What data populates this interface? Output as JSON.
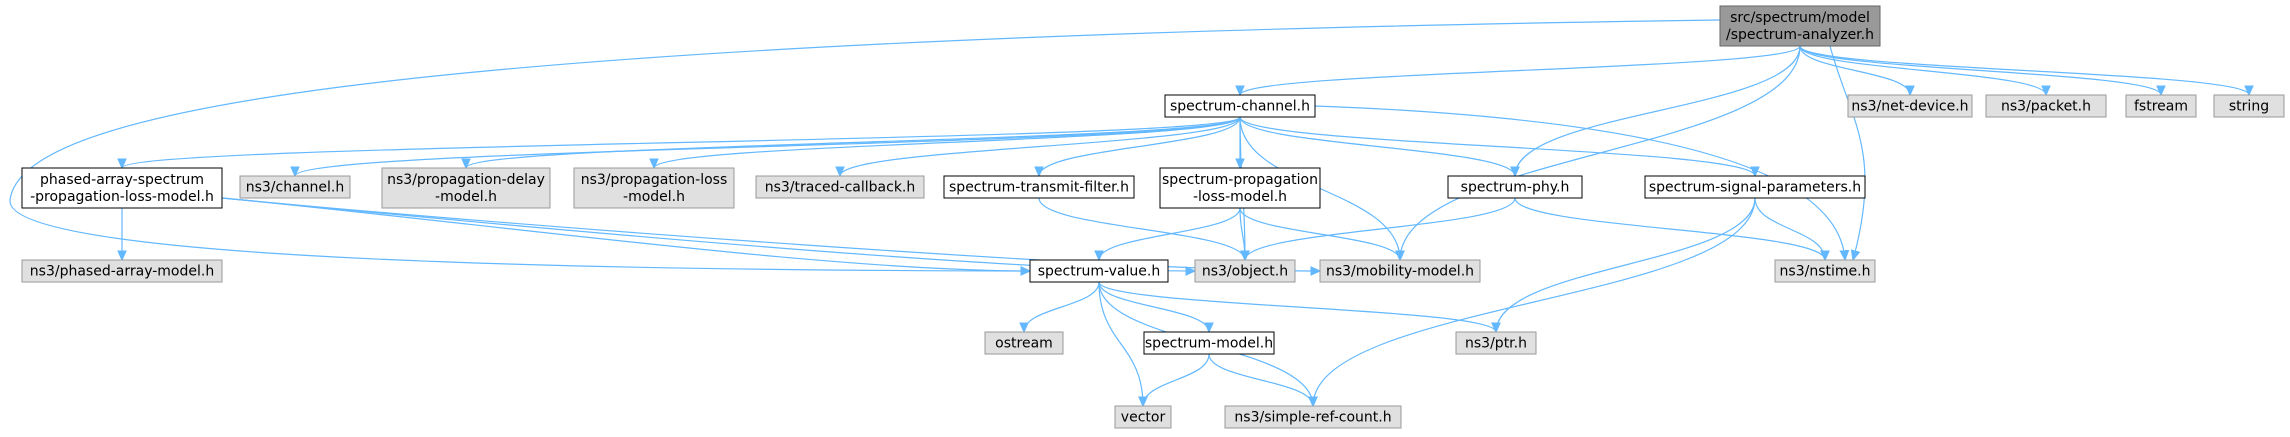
{
  "nodes": [
    {
      "id": "n1",
      "kind": "root",
      "lines": [
        "src/spectrum/model",
        "/spectrum-analyzer.h"
      ]
    },
    {
      "id": "n2",
      "kind": "local",
      "lines": [
        "spectrum-channel.h"
      ]
    },
    {
      "id": "n3",
      "kind": "ext",
      "lines": [
        "ns3/net-device.h"
      ]
    },
    {
      "id": "n4",
      "kind": "ext",
      "lines": [
        "ns3/packet.h"
      ]
    },
    {
      "id": "n5",
      "kind": "ext",
      "lines": [
        "fstream"
      ]
    },
    {
      "id": "n6",
      "kind": "ext",
      "lines": [
        "string"
      ]
    },
    {
      "id": "n7",
      "kind": "local",
      "lines": [
        "phased-array-spectrum",
        "-propagation-loss-model.h"
      ]
    },
    {
      "id": "n8",
      "kind": "ext",
      "lines": [
        "ns3/channel.h"
      ]
    },
    {
      "id": "n9",
      "kind": "ext",
      "lines": [
        "ns3/propagation-delay",
        "-model.h"
      ]
    },
    {
      "id": "n10",
      "kind": "ext",
      "lines": [
        "ns3/propagation-loss",
        "-model.h"
      ]
    },
    {
      "id": "n11",
      "kind": "ext",
      "lines": [
        "ns3/traced-callback.h"
      ]
    },
    {
      "id": "n12",
      "kind": "local",
      "lines": [
        "spectrum-transmit-filter.h"
      ]
    },
    {
      "id": "n13",
      "kind": "local",
      "lines": [
        "spectrum-propagation",
        "-loss-model.h"
      ]
    },
    {
      "id": "n14",
      "kind": "local",
      "lines": [
        "spectrum-phy.h"
      ]
    },
    {
      "id": "n15",
      "kind": "local",
      "lines": [
        "spectrum-signal-parameters.h"
      ]
    },
    {
      "id": "n16",
      "kind": "ext",
      "lines": [
        "ns3/phased-array-model.h"
      ]
    },
    {
      "id": "n17",
      "kind": "local",
      "lines": [
        "spectrum-value.h"
      ]
    },
    {
      "id": "n18",
      "kind": "ext",
      "lines": [
        "ns3/object.h"
      ]
    },
    {
      "id": "n19",
      "kind": "ext",
      "lines": [
        "ns3/mobility-model.h"
      ]
    },
    {
      "id": "n20",
      "kind": "ext",
      "lines": [
        "ns3/nstime.h"
      ]
    },
    {
      "id": "n21",
      "kind": "ext",
      "lines": [
        "ostream"
      ]
    },
    {
      "id": "n22",
      "kind": "local",
      "lines": [
        "spectrum-model.h"
      ]
    },
    {
      "id": "n23",
      "kind": "ext",
      "lines": [
        "ns3/ptr.h"
      ]
    },
    {
      "id": "n24",
      "kind": "ext",
      "lines": [
        "vector"
      ]
    },
    {
      "id": "n25",
      "kind": "ext",
      "lines": [
        "ns3/simple-ref-count.h"
      ]
    }
  ],
  "edges": [
    [
      "n1",
      "n2"
    ],
    [
      "n1",
      "n3"
    ],
    [
      "n1",
      "n4"
    ],
    [
      "n1",
      "n5"
    ],
    [
      "n1",
      "n6"
    ],
    [
      "n1",
      "n14"
    ],
    [
      "n1",
      "n19"
    ],
    [
      "n1",
      "n20"
    ],
    [
      "n1",
      "n17"
    ],
    [
      "n2",
      "n7"
    ],
    [
      "n2",
      "n8"
    ],
    [
      "n2",
      "n9"
    ],
    [
      "n2",
      "n10"
    ],
    [
      "n2",
      "n11"
    ],
    [
      "n2",
      "n12"
    ],
    [
      "n2",
      "n13"
    ],
    [
      "n2",
      "n14"
    ],
    [
      "n2",
      "n15"
    ],
    [
      "n2",
      "n18"
    ],
    [
      "n2",
      "n19"
    ],
    [
      "n2",
      "n20"
    ],
    [
      "n7",
      "n16"
    ],
    [
      "n7",
      "n17"
    ],
    [
      "n7",
      "n18"
    ],
    [
      "n7",
      "n19"
    ],
    [
      "n12",
      "n18"
    ],
    [
      "n13",
      "n17"
    ],
    [
      "n13",
      "n18"
    ],
    [
      "n13",
      "n19"
    ],
    [
      "n14",
      "n18"
    ],
    [
      "n14",
      "n20"
    ],
    [
      "n15",
      "n20"
    ],
    [
      "n15",
      "n23"
    ],
    [
      "n15",
      "n25"
    ],
    [
      "n17",
      "n21"
    ],
    [
      "n17",
      "n22"
    ],
    [
      "n17",
      "n23"
    ],
    [
      "n17",
      "n24"
    ],
    [
      "n17",
      "n25"
    ],
    [
      "n22",
      "n24"
    ],
    [
      "n22",
      "n25"
    ]
  ]
}
